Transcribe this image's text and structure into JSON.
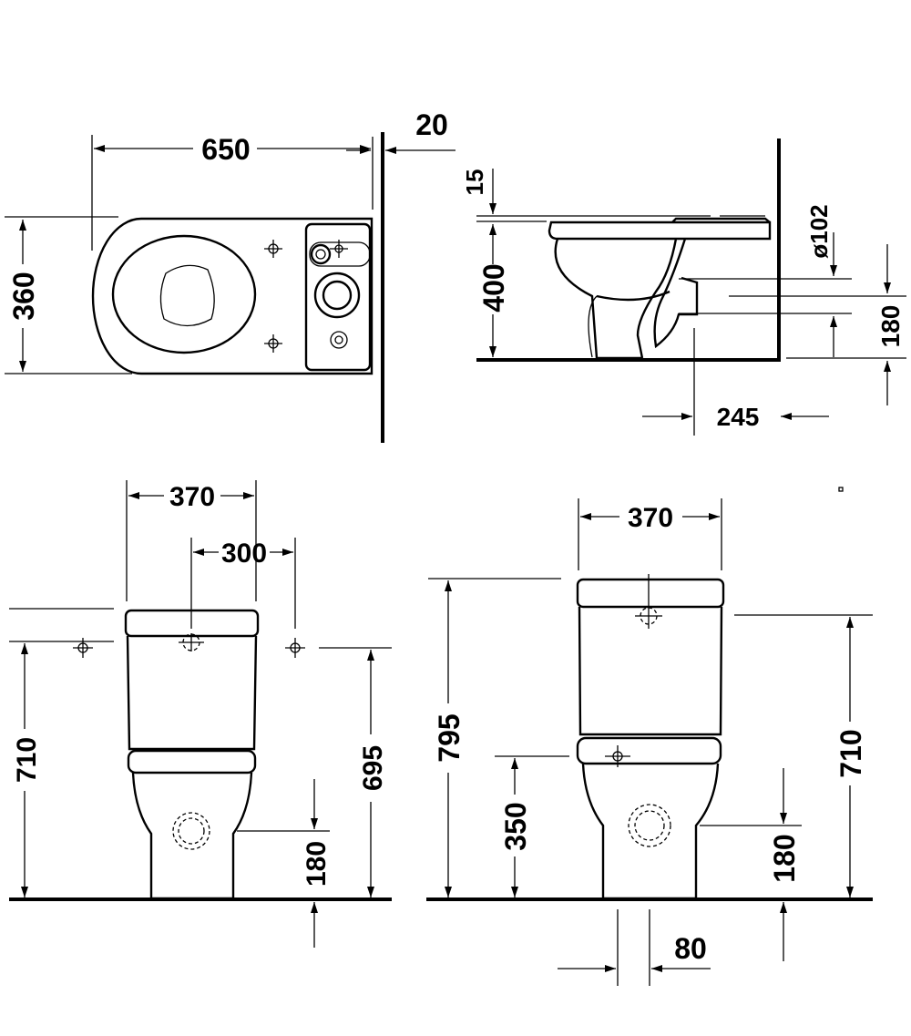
{
  "dimensions": {
    "top_width": "650",
    "wall_gap": "20",
    "top_depth": "360",
    "seat_offset": "15",
    "seat_height": "400",
    "outlet_diameter": "ø102",
    "outlet_height_side": "180",
    "outlet_distance": "245",
    "front_width": "370",
    "fixing_spacing": "300",
    "front_height": "710",
    "inlet_height": "695",
    "outlet_height_front": "180",
    "side_width": "370",
    "total_height": "795",
    "cistern_height": "710",
    "bowl_inlet_height": "350",
    "outlet_height_back": "180",
    "outlet_offset": "80"
  }
}
